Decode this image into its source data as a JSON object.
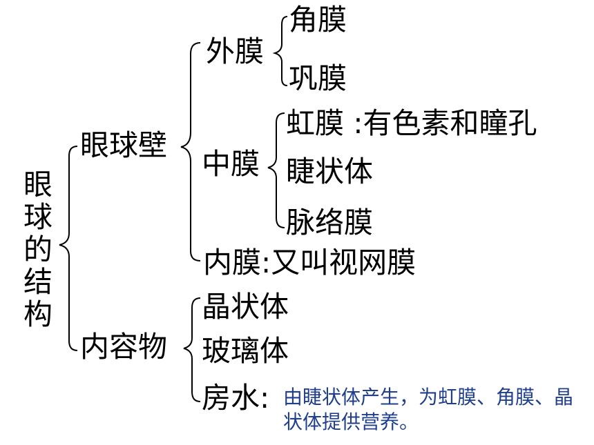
{
  "root": [
    "眼",
    "球",
    "的",
    "结",
    "构"
  ],
  "wall": {
    "label": "眼球壁",
    "outer": {
      "label": "外膜",
      "items": [
        "角膜",
        "巩膜"
      ]
    },
    "middle": {
      "label": "中膜",
      "items": [
        "虹膜 :有色素和瞳孔",
        "睫状体",
        "脉络膜"
      ]
    },
    "inner": {
      "label": "内膜:又叫视网膜"
    }
  },
  "contents": {
    "label": "内容物",
    "items": [
      "晶状体",
      "玻璃体",
      "房水:"
    ],
    "note": "由睫状体产生，为虹膜、角膜、晶状体提供营养。"
  },
  "colors": {
    "text": "#000000",
    "note": "#1f3f8c",
    "background": "#ffffff"
  }
}
